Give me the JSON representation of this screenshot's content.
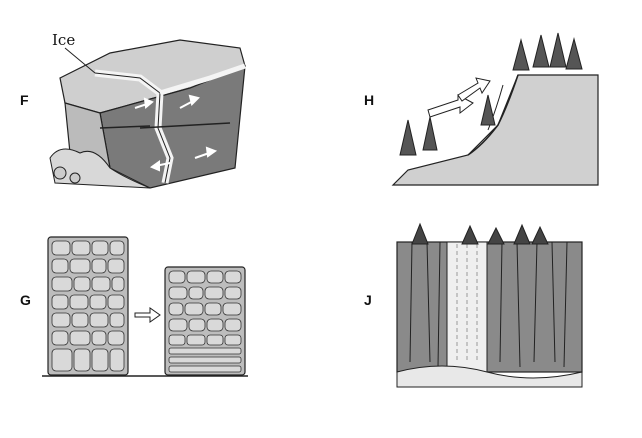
{
  "panels": [
    {
      "letter": "F",
      "callout": "Ice"
    },
    {
      "letter": "H"
    },
    {
      "letter": "G"
    },
    {
      "letter": "J"
    }
  ],
  "colors": {
    "rock_dark": "#6a6a6a",
    "rock_mid": "#9a9a9a",
    "rock_light": "#c8c8c8",
    "outline": "#222222"
  }
}
